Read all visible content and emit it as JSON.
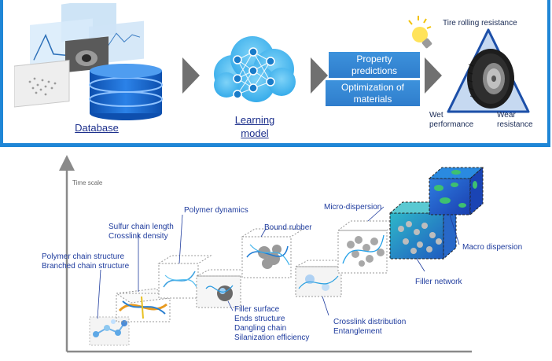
{
  "workflow": {
    "database_label": "Database",
    "learning_model_label": [
      "Learning",
      "model"
    ],
    "property_predictions": [
      "Property",
      "predictions"
    ],
    "optimization": [
      "Optimization of",
      "materials"
    ],
    "tire_rolling_resistance": "Tire rolling resistance",
    "wet_performance": [
      "Wet",
      "performance"
    ],
    "wear_resistance": [
      "Wear",
      "resistance"
    ]
  },
  "hierarchy": {
    "y_axis_label": "Time scale",
    "polymer_chain": [
      "Polymer chain structure",
      "Branched chain structure"
    ],
    "sulfur_chain": [
      "Sulfur chain length",
      "Crosslink density"
    ],
    "polymer_dynamics": "Polymer dynamics",
    "bound_rubber": "Bound rubber",
    "filler_surface": [
      "Filler surface",
      "Ends structure",
      "Dangling chain",
      "Silanization efficiency"
    ],
    "micro_dispersion": "Micro-dispersion",
    "crosslink_distribution": [
      "Crosslink distribution",
      "Entanglement"
    ],
    "filler_network": "Filler network",
    "macro_dispersion": "Macro dispersion"
  },
  "colors": {
    "panel_border": "#1f86d6",
    "label_blue": "#1f3c9e",
    "arrow_gray": "#707070"
  }
}
